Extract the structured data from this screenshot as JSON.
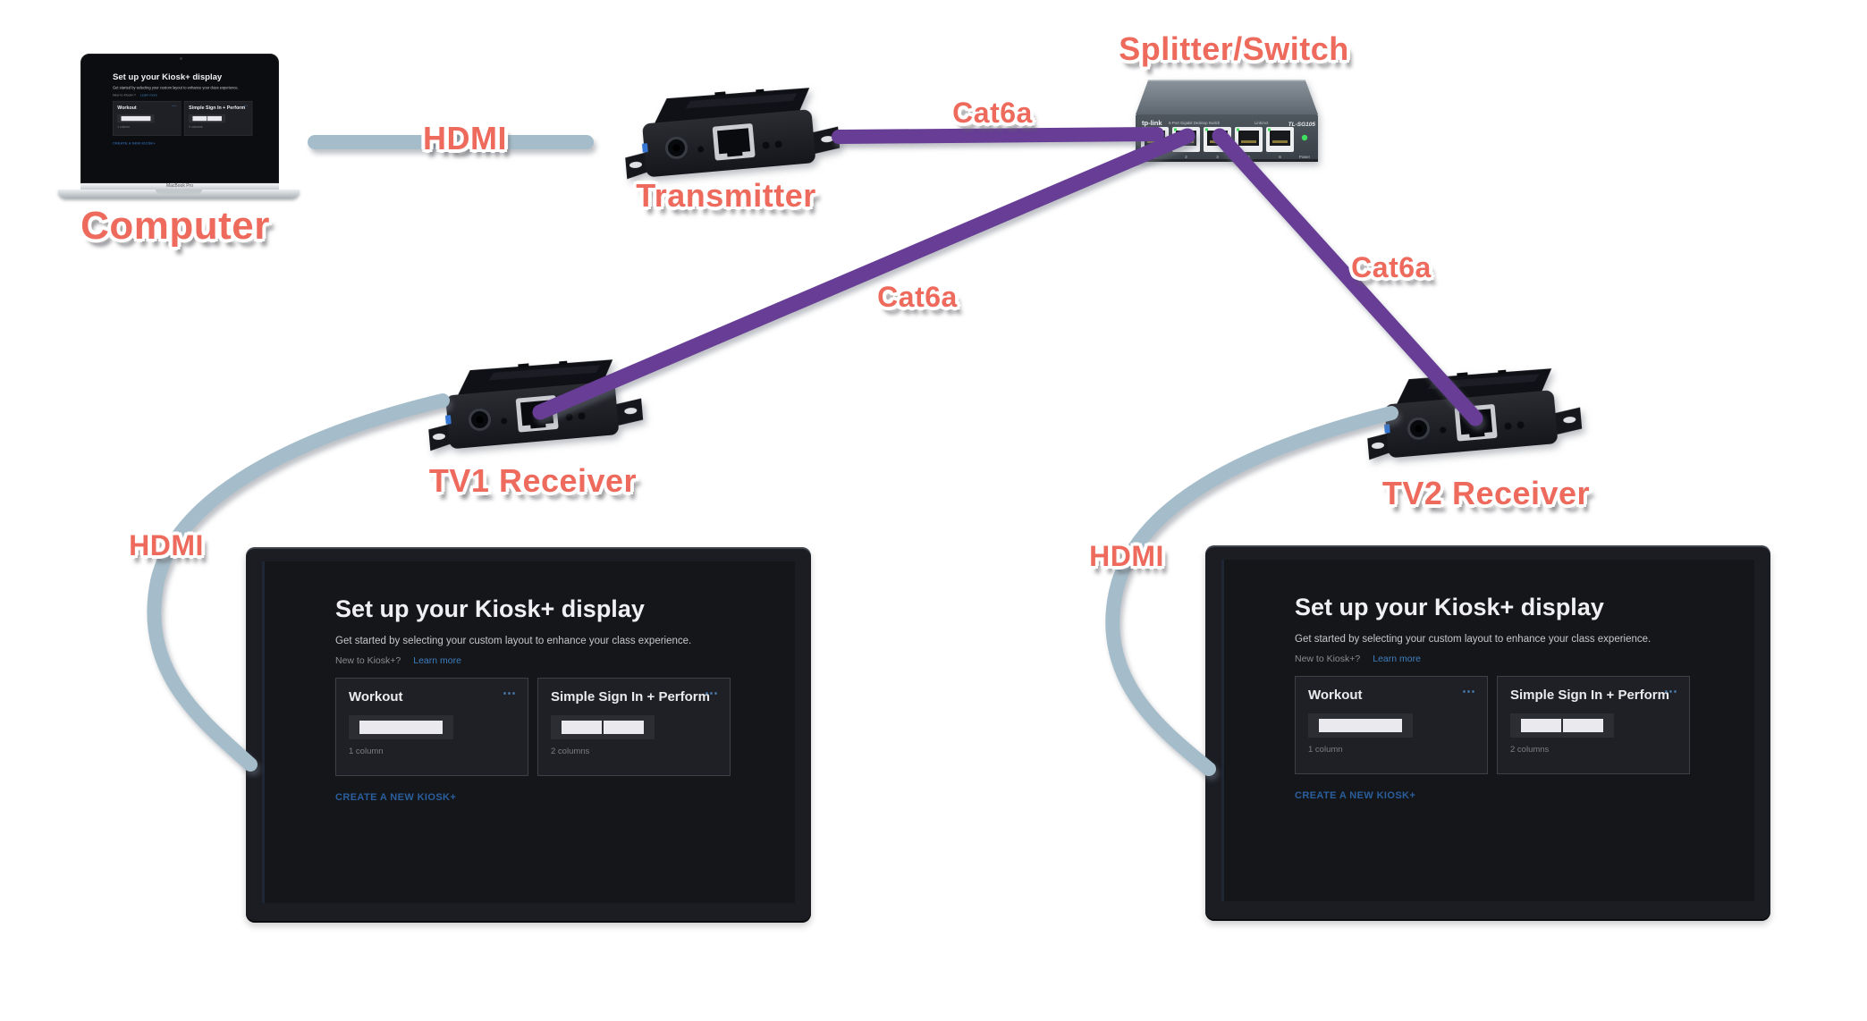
{
  "labels": {
    "computer": "Computer",
    "transmitter": "Transmitter",
    "splitter_switch": "Splitter/Switch",
    "tv1_receiver": "TV1 Receiver",
    "tv2_receiver": "TV2 Receiver",
    "hdmi": "HDMI",
    "cat6a": "Cat6a"
  },
  "kiosk_screen": {
    "title": "Set up your Kiosk+ display",
    "subtitle": "Get started by selecting your custom layout to enhance your class experience.",
    "new_to": "New to Kiosk+?",
    "learn_more": "Learn more",
    "cards": [
      {
        "title": "Workout",
        "menu_icon": "⋯",
        "columns_label": "1 column",
        "columns": 1
      },
      {
        "title": "Simple Sign In + Perform",
        "menu_icon": "⋯",
        "columns_label": "2 columns",
        "columns": 2
      }
    ],
    "create_link": "CREATE A NEW KIOSK+"
  },
  "laptop": {
    "brand": "MacBook Pro"
  },
  "switch_device": {
    "brand": "tp-link",
    "description": "5-Port Gigabit Desktop Switch",
    "link_act": "Link/Act",
    "model": "TL-SG105",
    "ports": [
      "1",
      "2",
      "3",
      "4",
      "5"
    ],
    "power_label": "Power"
  },
  "colors": {
    "label_text": "#ed6a5c",
    "hdmi_cable": "#a5bdca",
    "cat6a_cable": "#673d95",
    "link_blue": "#3f7fbf",
    "create_blue": "#2a5f9e",
    "led_green": "#3fe05e",
    "bar_white": "#e9e9ee"
  }
}
